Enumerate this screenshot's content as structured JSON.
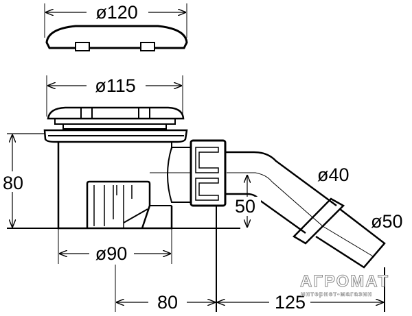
{
  "dimensions": {
    "cover_diameter": "ø120",
    "strainer_diameter": "ø115",
    "height": "80",
    "body_diameter": "ø90",
    "outlet_diameter_40": "ø40",
    "outlet_diameter_50": "ø50",
    "outlet_height": "50",
    "outlet_offset": "80",
    "outlet_length": "125"
  },
  "watermark": {
    "brand": "АГРОМАТ",
    "subtitle": "интернет-магазин"
  },
  "colors": {
    "line": "#000000",
    "watermark": "#888888"
  }
}
